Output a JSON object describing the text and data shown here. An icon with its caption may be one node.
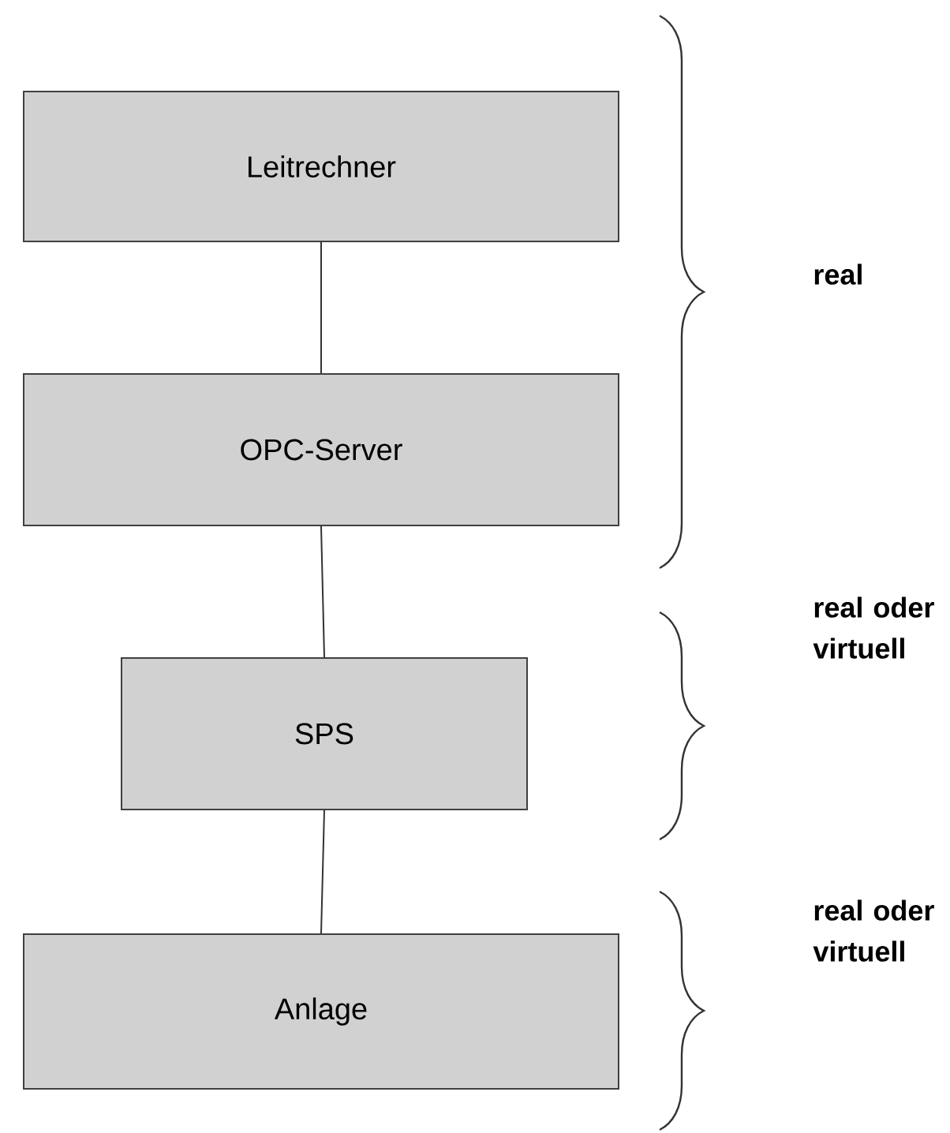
{
  "diagram": {
    "nodes": [
      {
        "text": [
          "Leitrechner"
        ]
      },
      {
        "text": [
          "OPC-Server"
        ]
      },
      {
        "text": [
          "SPS"
        ]
      },
      {
        "text": [
          "Anlage"
        ]
      }
    ],
    "edges": [
      {
        "from": 0,
        "to": 1,
        "arrow": "none"
      },
      {
        "from": 1,
        "to": 2,
        "arrow": "none"
      },
      {
        "from": 2,
        "to": 3,
        "arrow": "none"
      }
    ],
    "labels": [
      "real",
      "real oder virtuell",
      "real oder virtuell"
    ]
  }
}
